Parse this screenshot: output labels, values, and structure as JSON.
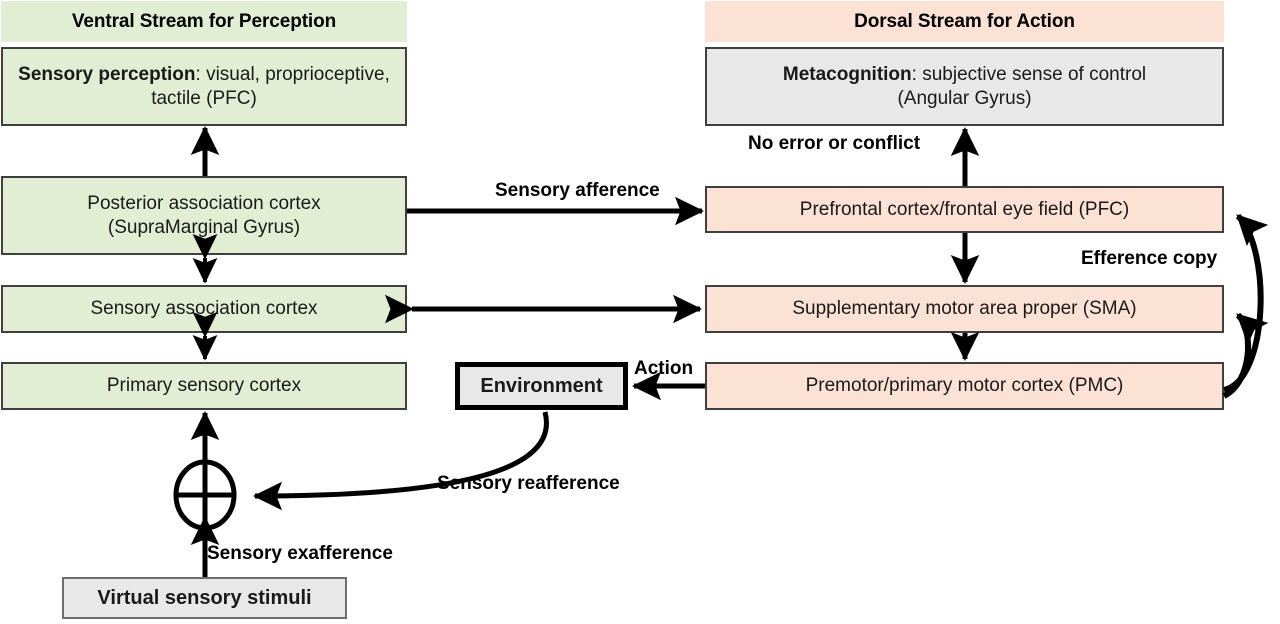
{
  "diagram": {
    "title": "Ventral and Dorsal Stream Perception-Action Model",
    "colors": {
      "ventral_band": "#e2eed4",
      "dorsal_band": "#fbe2d5",
      "green_node": "#e2eed4",
      "peach_node": "#fbe2d5",
      "grey_node": "#e8e8e8",
      "border": "#3f3f3f",
      "arrow": "#000000"
    }
  },
  "bands": {
    "ventral": "Ventral Stream for Perception",
    "dorsal": "Dorsal Stream for Action"
  },
  "nodes": {
    "sensory_perception": {
      "bold": "Sensory perception",
      "rest": ": visual, proprioceptive, tactile (PFC)"
    },
    "posterior": "Posterior association cortex (SupraMarginal Gyrus)",
    "posterior_line1": "Posterior association cortex",
    "posterior_line2": "(SupraMarginal Gyrus)",
    "sensory_association": "Sensory association cortex",
    "primary_sensory": "Primary sensory cortex",
    "metacognition": {
      "bold": "Metacognition",
      "rest": ": subjective sense of control (Angular Gyrus)"
    },
    "metacognition_line1_rest": ": subjective sense of control",
    "metacognition_line2": "(Angular Gyrus)",
    "pfc": "Prefrontal cortex/frontal eye field (PFC)",
    "sma": "Supplementary motor area proper (SMA)",
    "pmc": "Premotor/primary motor cortex (PMC)",
    "environment": "Environment",
    "virtual_stimuli": "Virtual sensory stimuli"
  },
  "edge_labels": {
    "sensory_afference": "Sensory afference",
    "no_error_or_conflict": "No error or conflict",
    "efference_copy": "Efference copy",
    "action": "Action",
    "sensory_reafference": "Sensory reafference",
    "sensory_exafference": "Sensory exafference"
  },
  "edges": [
    {
      "from": "posterior",
      "to": "sensory_perception",
      "label": "",
      "style": "single-arrow-up"
    },
    {
      "from": "posterior",
      "to": "sensory_association",
      "label": "",
      "style": "double-arrow-vertical"
    },
    {
      "from": "sensory_association",
      "to": "primary_sensory",
      "label": "",
      "style": "double-arrow-vertical"
    },
    {
      "from": "posterior",
      "to": "pfc",
      "label": "Sensory afference",
      "style": "single-arrow-right"
    },
    {
      "from": "pfc",
      "to": "metacognition",
      "label": "No error or conflict",
      "style": "single-arrow-up"
    },
    {
      "from": "pfc",
      "to": "sma",
      "label": "",
      "style": "single-arrow-down"
    },
    {
      "from": "sma",
      "to": "pmc",
      "label": "",
      "style": "single-arrow-down"
    },
    {
      "from": "sma",
      "to": "sensory_association",
      "label": "",
      "style": "double-arrow-horizontal"
    },
    {
      "from": "pmc",
      "to": "pfc",
      "label": "Efference copy",
      "style": "curved-arrow"
    },
    {
      "from": "pmc",
      "to": "sma",
      "label": "Efference copy",
      "style": "curved-arrow"
    },
    {
      "from": "pmc",
      "to": "environment",
      "label": "Action",
      "style": "single-arrow-left"
    },
    {
      "from": "environment",
      "to": "summing_junction",
      "label": "Sensory reafference",
      "style": "curved-arrow-left"
    },
    {
      "from": "virtual_stimuli",
      "to": "summing_junction",
      "label": "Sensory exafference",
      "style": "single-arrow-up"
    },
    {
      "from": "summing_junction",
      "to": "primary_sensory",
      "label": "",
      "style": "single-arrow-up"
    }
  ],
  "symbols": {
    "summing_junction": "circle-with-cross"
  }
}
